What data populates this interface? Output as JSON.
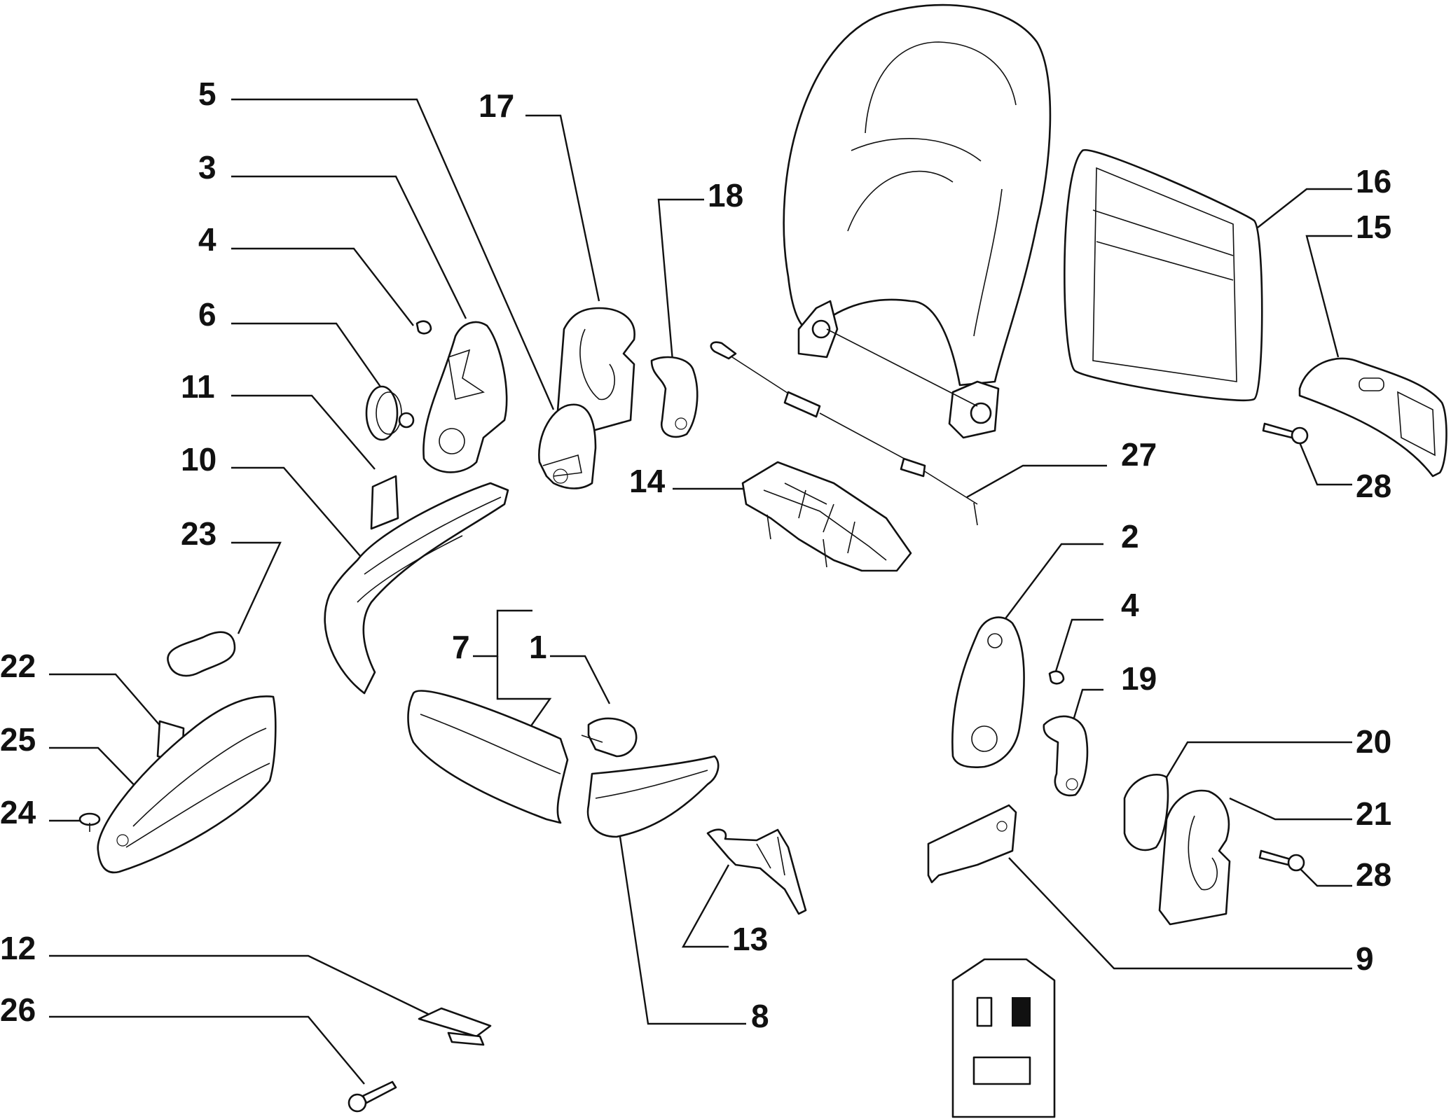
{
  "diagram": {
    "callouts": [
      {
        "id": "c5",
        "text": "5"
      },
      {
        "id": "c17",
        "text": "17"
      },
      {
        "id": "c18",
        "text": "18"
      },
      {
        "id": "c3",
        "text": "3"
      },
      {
        "id": "c4a",
        "text": "4"
      },
      {
        "id": "c6",
        "text": "6"
      },
      {
        "id": "c11",
        "text": "11"
      },
      {
        "id": "c10",
        "text": "10"
      },
      {
        "id": "c23",
        "text": "23"
      },
      {
        "id": "c22",
        "text": "22"
      },
      {
        "id": "c25",
        "text": "25"
      },
      {
        "id": "c24",
        "text": "24"
      },
      {
        "id": "c12",
        "text": "12"
      },
      {
        "id": "c26",
        "text": "26"
      },
      {
        "id": "c7",
        "text": "7"
      },
      {
        "id": "c1",
        "text": "1"
      },
      {
        "id": "c14",
        "text": "14"
      },
      {
        "id": "c13",
        "text": "13"
      },
      {
        "id": "c8",
        "text": "8"
      },
      {
        "id": "c16",
        "text": "16"
      },
      {
        "id": "c15",
        "text": "15"
      },
      {
        "id": "c28a",
        "text": "28"
      },
      {
        "id": "c27",
        "text": "27"
      },
      {
        "id": "c2",
        "text": "2"
      },
      {
        "id": "c4b",
        "text": "4"
      },
      {
        "id": "c19",
        "text": "19"
      },
      {
        "id": "c20",
        "text": "20"
      },
      {
        "id": "c21",
        "text": "21"
      },
      {
        "id": "c28b",
        "text": "28"
      },
      {
        "id": "c9",
        "text": "9"
      }
    ]
  }
}
